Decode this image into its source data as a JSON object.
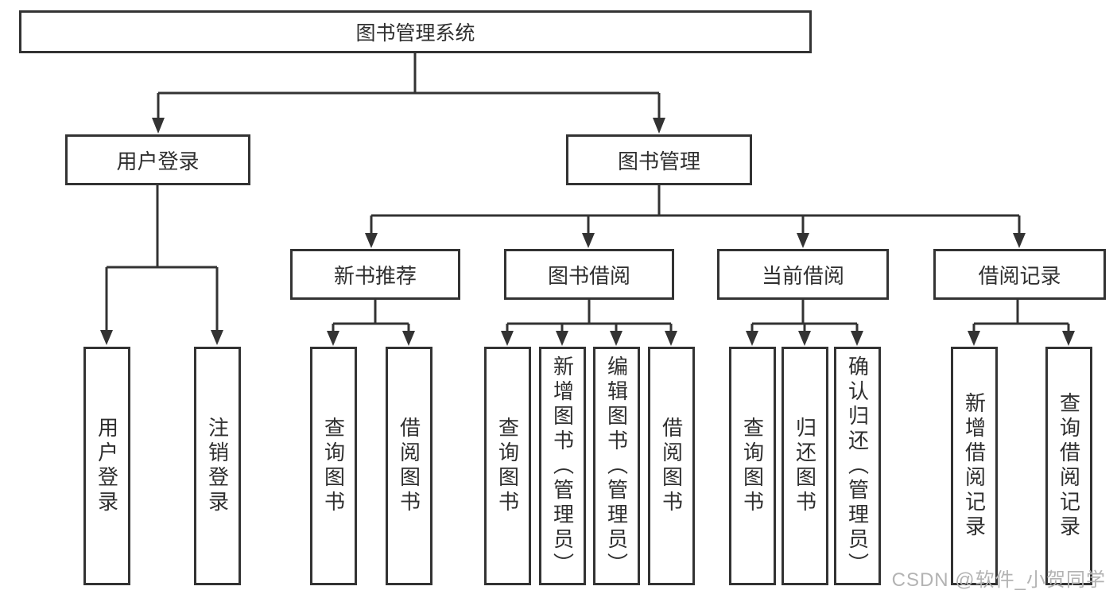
{
  "diagram": {
    "type": "tree",
    "title": "图书管理系统",
    "level2": [
      {
        "label": "用户登录"
      },
      {
        "label": "图书管理"
      }
    ],
    "level3": [
      {
        "label": "新书推荐",
        "parent": "图书管理"
      },
      {
        "label": "图书借阅",
        "parent": "图书管理"
      },
      {
        "label": "当前借阅",
        "parent": "图书管理"
      },
      {
        "label": "借阅记录",
        "parent": "图书管理"
      }
    ],
    "leaves": [
      {
        "label": "用户登录",
        "parent": "用户登录"
      },
      {
        "label": "注销登录",
        "parent": "用户登录"
      },
      {
        "label": "查询图书",
        "parent": "新书推荐"
      },
      {
        "label": "借阅图书",
        "parent": "新书推荐"
      },
      {
        "label": "查询图书",
        "parent": "图书借阅"
      },
      {
        "label": "新增图书（管理员）",
        "parent": "图书借阅"
      },
      {
        "label": "编辑图书（管理员）",
        "parent": "图书借阅"
      },
      {
        "label": "借阅图书",
        "parent": "图书借阅"
      },
      {
        "label": "查询图书",
        "parent": "当前借阅"
      },
      {
        "label": "归还图书",
        "parent": "当前借阅"
      },
      {
        "label": "确认归还（管理员）",
        "parent": "当前借阅"
      },
      {
        "label": "新增借阅记录",
        "parent": "借阅记录"
      },
      {
        "label": "查询借阅记录",
        "parent": "借阅记录"
      }
    ],
    "colors": {
      "line": "#333333",
      "text": "#2f2f2f",
      "background": "#ffffff",
      "watermark": "#b3b3b3"
    }
  },
  "watermark": {
    "text": "CSDN @软件_小贺同学"
  }
}
